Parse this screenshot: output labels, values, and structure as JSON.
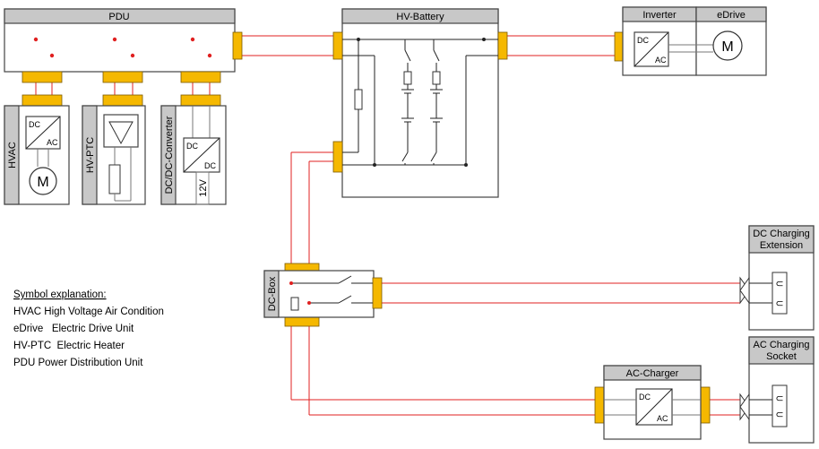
{
  "pdu": {
    "title": "PDU"
  },
  "hvac": {
    "label": "HVAC",
    "dc": "DC",
    "ac": "AC",
    "motor": "M"
  },
  "hvptc": {
    "label": "HV-PTC"
  },
  "dcdc": {
    "label": "DC/DC-Converter",
    "dc_top": "DC",
    "dc_bottom": "DC",
    "voltage": "12V"
  },
  "battery": {
    "title": "HV-Battery"
  },
  "inverter": {
    "title": "Inverter",
    "dc": "DC",
    "ac": "AC"
  },
  "edrive": {
    "title": "eDrive",
    "motor": "M"
  },
  "dcbox": {
    "label": "DC-Box"
  },
  "dc_ext": {
    "title_line1": "DC Charging",
    "title_line2": "Extension"
  },
  "ac_socket": {
    "title_line1": "AC Charging",
    "title_line2": "Socket"
  },
  "ac_charger": {
    "title": "AC-Charger",
    "dc": "DC",
    "ac": "AC"
  },
  "legend": {
    "heading": "Symbol explanation:",
    "items": [
      "HVAC High Voltage Air Condition",
      "eDrive   Electric Drive Unit",
      "HV-PTC  Electric Heater",
      "PDU Power Distribution Unit"
    ]
  }
}
